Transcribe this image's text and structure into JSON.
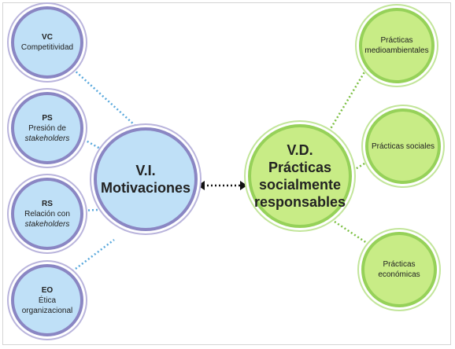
{
  "left_nodes": [
    {
      "code": "VC",
      "lines": [
        "Competitividad"
      ],
      "italic": []
    },
    {
      "code": "PS",
      "lines": [
        "Presión de"
      ],
      "italic": [
        "stakeholders"
      ]
    },
    {
      "code": "RS",
      "lines": [
        "Relación con"
      ],
      "italic": [
        "stakeholders"
      ]
    },
    {
      "code": "EO",
      "lines": [
        "Ética",
        "organizacional"
      ],
      "italic": []
    }
  ],
  "center_left": {
    "line1": "V.I.",
    "line2": "Motivaciones"
  },
  "center_right": {
    "line1": "V.D.",
    "line2": "Prácticas",
    "line3": "socialmente",
    "line4": "responsables"
  },
  "right_nodes": [
    {
      "line1": "Prácticas",
      "line2": "medioambientales"
    },
    {
      "line1": "Prácticas sociales",
      "line2": ""
    },
    {
      "line1": "Prácticas",
      "line2": "económicas"
    }
  ],
  "colors": {
    "blue_fill": "#bfe0f7",
    "blue_border": "#8a86c3",
    "green_fill": "#c8ec86",
    "green_border": "#96d159",
    "blue_dots": "#5aa9dd",
    "green_dots": "#7cc043",
    "arrow": "#111111"
  }
}
